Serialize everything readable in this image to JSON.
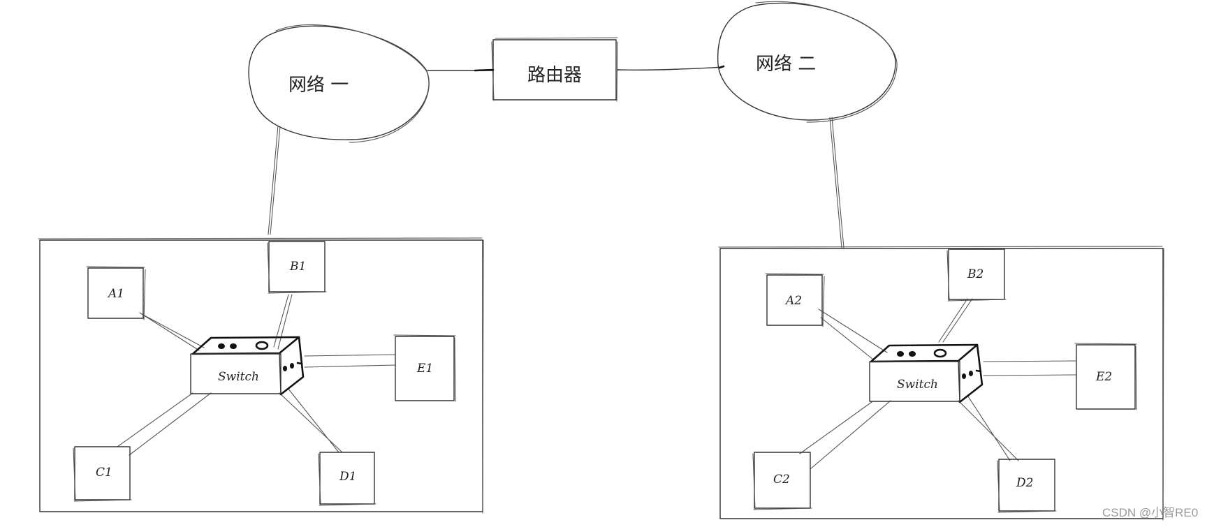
{
  "network_1": {
    "label": "网络 一"
  },
  "network_2": {
    "label": "网络 二"
  },
  "router": {
    "label": "路由器"
  },
  "lan_1": {
    "switch_label": "Switch",
    "hosts": {
      "a": "A1",
      "b": "B1",
      "c": "C1",
      "d": "D1",
      "e": "E1"
    }
  },
  "lan_2": {
    "switch_label": "Switch",
    "hosts": {
      "a": "A2",
      "b": "B2",
      "c": "C2",
      "d": "D2",
      "e": "E2"
    }
  },
  "watermark": "CSDN @小智RE0"
}
